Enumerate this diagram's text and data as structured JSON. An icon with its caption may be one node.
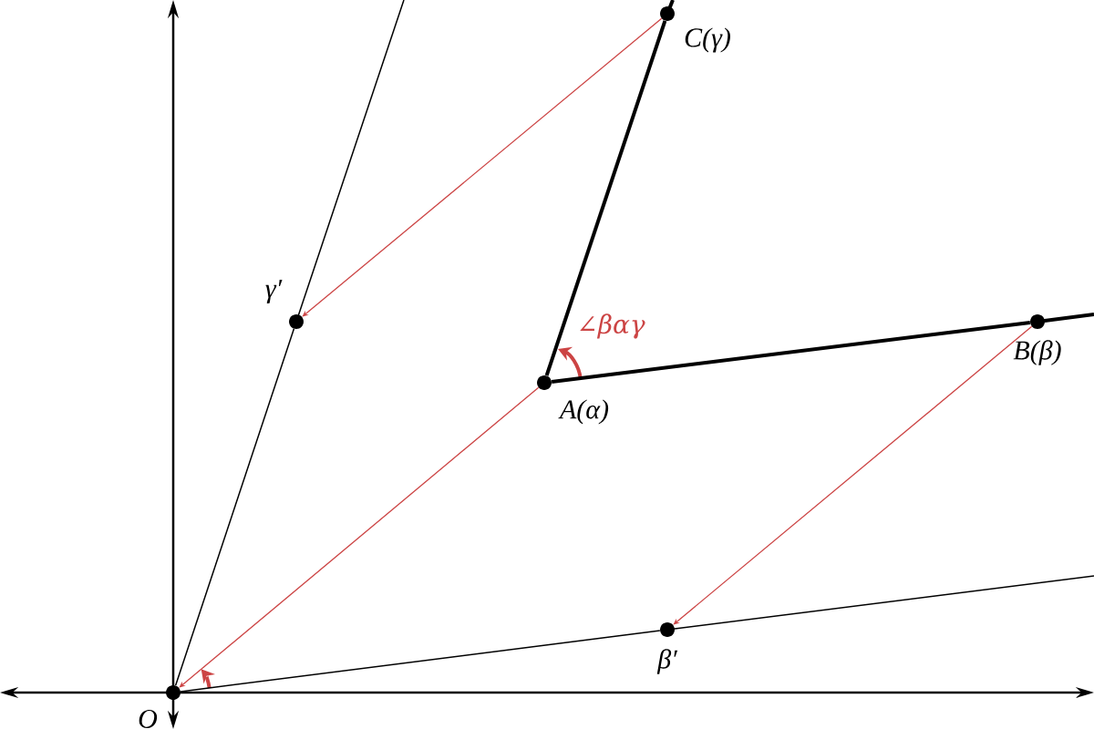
{
  "diagram": {
    "nodes": [
      {
        "text": [],
        "shape": "circle",
        "beside": [
          "O"
        ]
      },
      {
        "text": [],
        "shape": "circle",
        "beside": [
          "A(α)"
        ]
      },
      {
        "text": [],
        "shape": "circle",
        "beside": [
          "B(β)"
        ]
      },
      {
        "text": [],
        "shape": "circle",
        "beside": [
          "C(γ)"
        ]
      },
      {
        "text": [],
        "shape": "circle",
        "beside": [
          "γ′"
        ]
      },
      {
        "text": [],
        "shape": "circle",
        "beside": [
          "β′"
        ]
      }
    ],
    "edges": [
      {
        "from": 1,
        "to": 0,
        "arrow": "to",
        "color": "#cc4444"
      },
      {
        "from": 3,
        "to": 4,
        "arrow": "to",
        "color": "#cc4444"
      },
      {
        "from": 2,
        "to": 5,
        "arrow": "to",
        "color": "#cc4444"
      },
      {
        "from": 1,
        "to": 3,
        "arrow": "none",
        "style": "thick"
      },
      {
        "from": 1,
        "to": 2,
        "arrow": "none",
        "style": "thick"
      },
      {
        "from": 0,
        "to": 4,
        "arrow": "none"
      },
      {
        "from": 0,
        "to": 5,
        "arrow": "none"
      }
    ],
    "labels": [
      "∠βαγ"
    ]
  }
}
